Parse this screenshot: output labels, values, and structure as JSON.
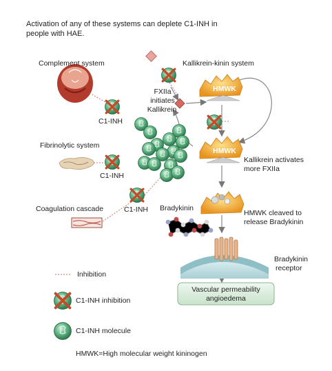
{
  "header": {
    "title": "Activation of any of these systems can deplete C1-INH in people with HAE."
  },
  "systems": {
    "complement": "Complement system",
    "kallikrein_kinin": "Kallikrein-kinin system",
    "fibrinolytic": "Fibrinolytic system",
    "coagulation": "Coagulation cascade"
  },
  "labels": {
    "c1inh_1": "C1-INH",
    "c1inh_2": "C1-INH",
    "c1inh_3": "C1-INH",
    "fxiia_initiates": [
      "FXIIa",
      "initiates",
      "Kallikrein"
    ],
    "hmwk_top": "HMWK",
    "hmwk_mid": "HMWK",
    "kallikrein_activates": [
      "Kallikrein activates",
      "more FXIIa"
    ],
    "bradykinin": "Bradykinin",
    "hmwk_cleaved": [
      "HMWK cleaved to",
      "release Bradykinin"
    ],
    "bradykinin_receptor": [
      "Bradykinin",
      "receptor"
    ],
    "outcome": [
      "Vascular permeability",
      "angioedema"
    ]
  },
  "legend": {
    "inhibition": "Inhibition",
    "c1inh_inhibition": "C1-INH inhibition",
    "c1inh_molecule": "C1-INH molecule"
  },
  "footnote": "HMWK=High molecular weight kininogen",
  "colors": {
    "molecule_green": "#3f9a6a",
    "inhibit_red": "#c0392b",
    "hmwk_orange": "#f0a630",
    "membrane": "#b8d8dc",
    "outcome_box": "#d7ebd9"
  }
}
